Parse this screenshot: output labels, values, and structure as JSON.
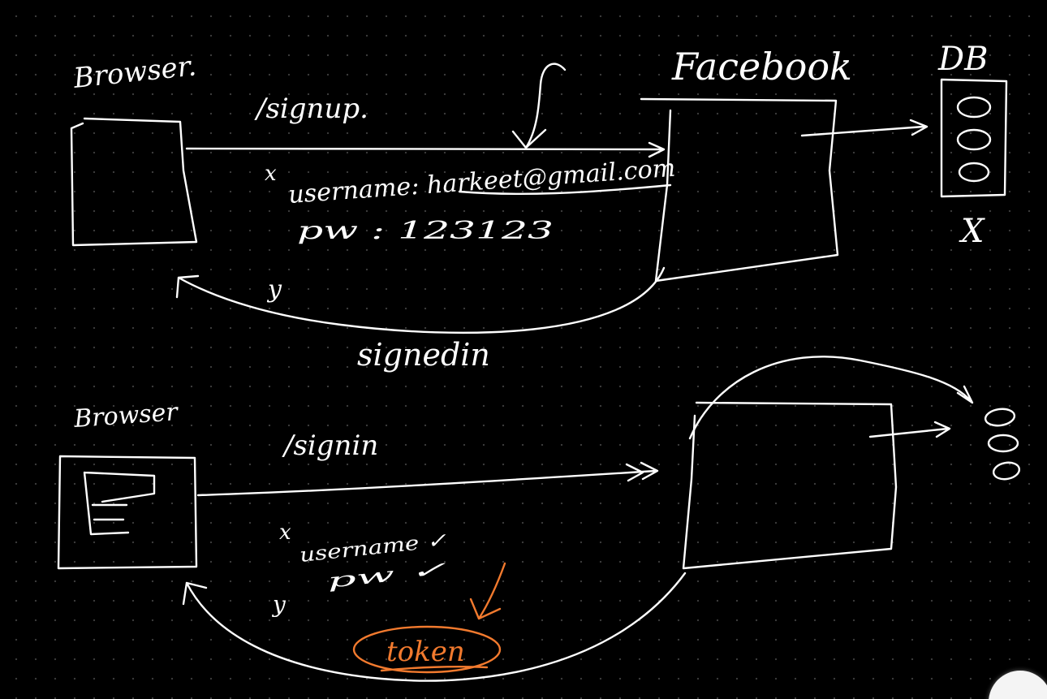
{
  "colors": {
    "background": "#000000",
    "ink": "#ffffff",
    "highlight": "#f27a2e",
    "grid_dot": "#3a3a3a"
  },
  "diagram_signup": {
    "client_label": "Browser.",
    "endpoint_label": "/signup.",
    "server_label": "Facebook",
    "db_label": "DB",
    "db_marker": "X",
    "request_var": "x",
    "response_var": "y",
    "username_line": "username: harkeet@gmail.com",
    "password_line": "pw    :  123123",
    "response_label": "signedin"
  },
  "diagram_signin": {
    "client_label": "Browser",
    "endpoint_label": "/signin",
    "request_var": "x",
    "response_var": "y",
    "username_line": "username ✓",
    "password_line": "pw  ✓",
    "token_label": "token"
  }
}
